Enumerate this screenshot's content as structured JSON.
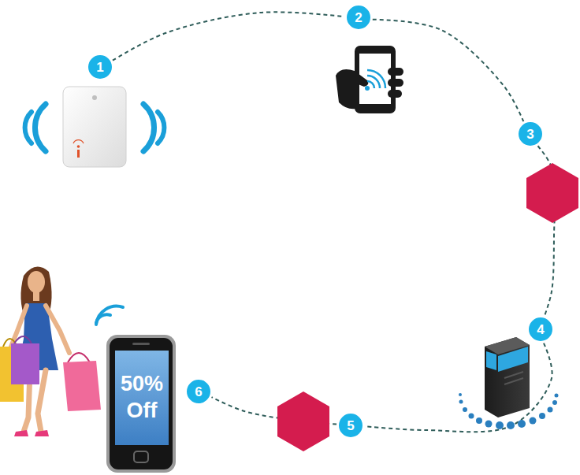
{
  "diagram": {
    "nodes": [
      {
        "text": [
          "1"
        ]
      },
      {
        "text": [
          "2"
        ]
      },
      {
        "text": [
          "3"
        ]
      },
      {
        "text": [
          "4"
        ]
      },
      {
        "text": [
          "5"
        ]
      },
      {
        "text": [
          "6"
        ]
      },
      {
        "text": [
          "50% Off"
        ]
      }
    ],
    "edges": [
      {
        "from": 0,
        "to": 1,
        "arrow": "none"
      },
      {
        "from": 1,
        "to": 2,
        "arrow": "none"
      },
      {
        "from": 2,
        "to": 3,
        "arrow": "none"
      },
      {
        "from": 3,
        "to": 4,
        "arrow": "none"
      },
      {
        "from": 4,
        "to": 5,
        "arrow": "none"
      }
    ]
  }
}
